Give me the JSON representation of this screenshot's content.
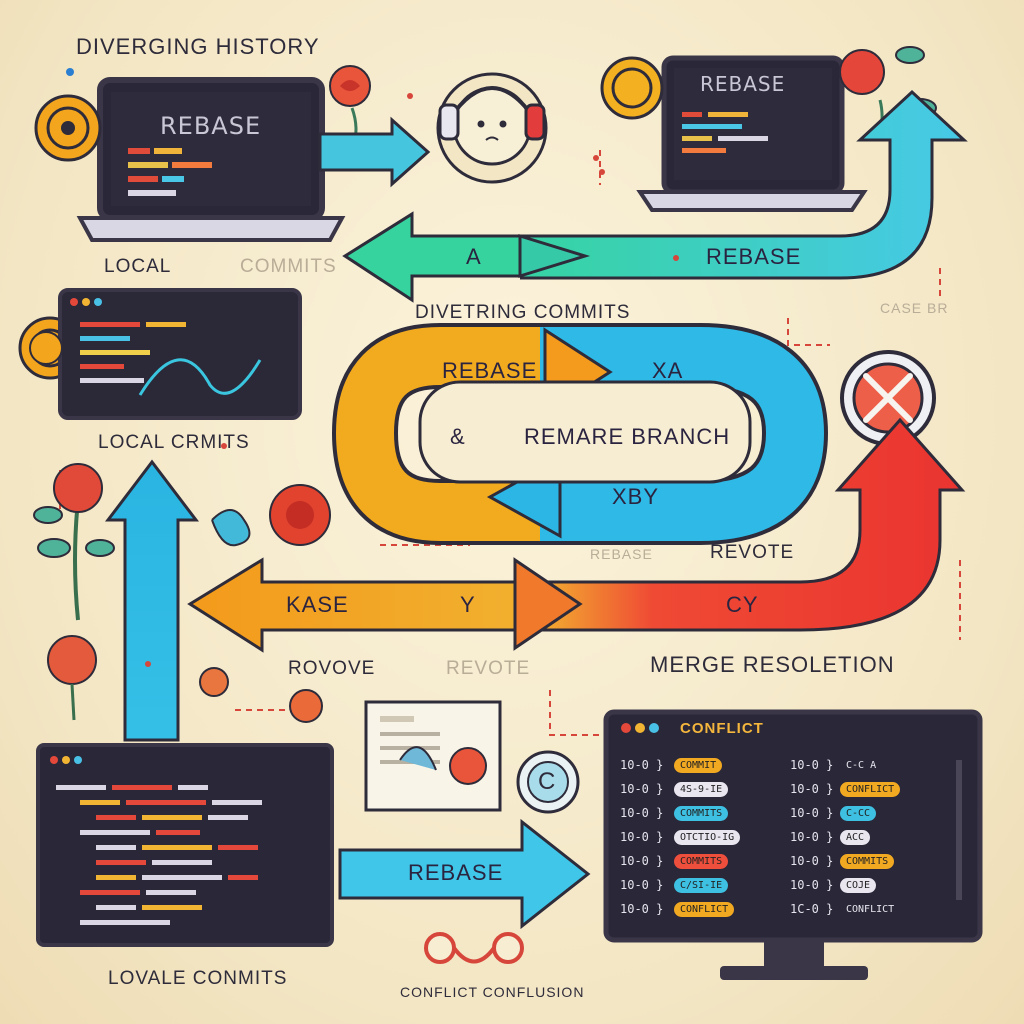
{
  "title": "DIVERGING HISTORY",
  "labels": {
    "local_commits_top": "LOCAL",
    "local_commits_top_faint": "COMMITS",
    "diverging_commits": "DIVETRING COMMITS",
    "local_commits_mid": "LOCAL CRMITS",
    "revote_top": "REVOTE",
    "revote_faint": "REBASE",
    "rovove": "ROVOVE",
    "revote_low": "REVOTE",
    "merge_resolution": "MERGE RESOLETION",
    "lovale_commits": "LOVALE CONMITS",
    "conflict_confusion": "CONFLICT CONFLUSION",
    "case_faint": "CASE BR"
  },
  "arrows": {
    "top_arrow_left": "A",
    "top_arrow_right": "REBASE",
    "loop_top": "REBASE",
    "loop_top_right": "XA",
    "loop_middle_amp": "&",
    "loop_middle": "REMARE BRANCH",
    "loop_bottom": "XBY",
    "long_left": "KASE",
    "long_mid": "Y",
    "long_right": "CY",
    "bottom_arrow": "REBASE"
  },
  "laptop_left": {
    "screen": "REBASE"
  },
  "laptop_right": {
    "screen": "REBASE"
  },
  "terminal_right": {
    "title": "CONFLICT",
    "rows_left": [
      "10-0 }",
      "10-0 }",
      "10-0 }",
      "10-0 }",
      "10-0 }",
      "10-0 }",
      "10-0 }"
    ],
    "rows_right": [
      "10-0 }",
      "10-0 }",
      "10-0 }",
      "10-0 }",
      "10-0 }",
      "10-0 }",
      "1C-0 }"
    ],
    "pills_left": [
      "COMMIT",
      "4S-9-IE",
      "COMMITS",
      "OTCTIO-IG",
      "COMMITS",
      "C/SI-IE",
      "CONFLICT"
    ],
    "pills_right": [
      "C-C A",
      "CONFLICT",
      "C-CC",
      "ACC",
      "COMMITS",
      "COJE",
      "-CONFLICT"
    ],
    "last_right_text": "CONFLICT"
  },
  "badge_c": "C",
  "colors": {
    "background": "#f6edd2",
    "green_arrow": "#3ad1a0",
    "orange": "#f6a019",
    "cyan": "#29b8e8",
    "red": "#ee3e33",
    "screen_dark": "#2a2838"
  },
  "icons": [
    "laptop-icon",
    "headphones-face-icon",
    "coin-icon",
    "rose-icon",
    "close-icon",
    "copyright-icon",
    "monitor-icon",
    "terminal-icon",
    "document-icon",
    "tube-connector-icon"
  ]
}
